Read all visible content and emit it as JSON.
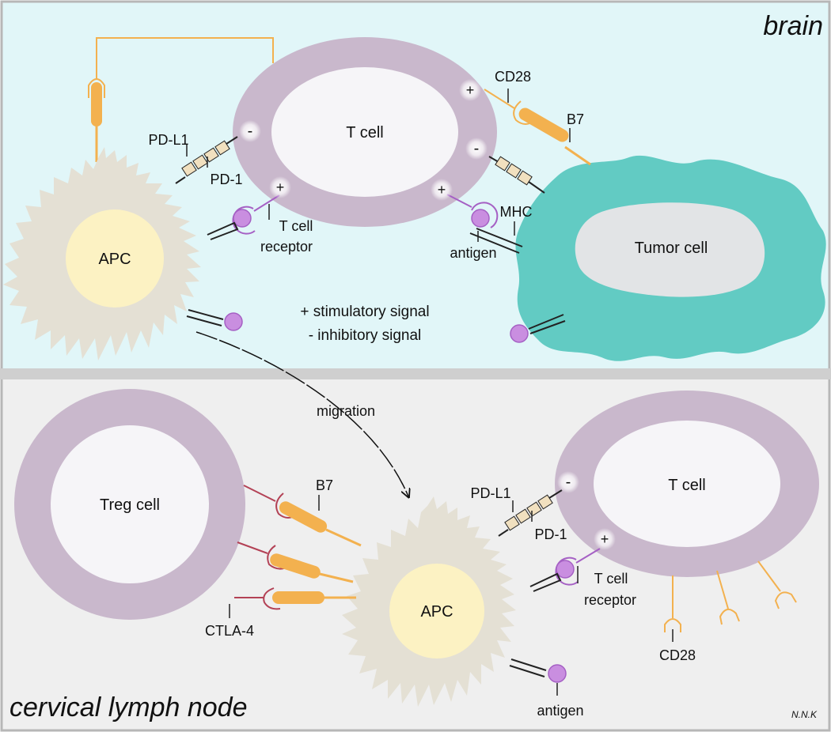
{
  "regions": {
    "brain": "brain",
    "lymph_node": "cervical lymph node"
  },
  "brain_panel": {
    "t_cell": "T cell",
    "apc": "APC",
    "tumor_cell": "Tumor cell",
    "pd_l1": "PD-L1",
    "pd_1": "PD-1",
    "cd28": "CD28",
    "b7": "B7",
    "mhc": "MHC",
    "antigen": "antigen",
    "tcr_line1": "T cell",
    "tcr_line2": "receptor"
  },
  "legend": {
    "stimulatory": "+ stimulatory signal",
    "inhibitory": "- inhibitory signal"
  },
  "migration": "migration",
  "lymph_panel": {
    "treg_cell": "Treg cell",
    "apc": "APC",
    "t_cell": "T cell",
    "b7": "B7",
    "ctla4": "CTLA-4",
    "pd_l1": "PD-L1",
    "pd_1": "PD-1",
    "tcr_line1": "T cell",
    "tcr_line2": "receptor",
    "cd28": "CD28",
    "antigen": "antigen"
  },
  "signs": {
    "plus": "+",
    "minus": "-"
  },
  "signature": "N.N.K",
  "colors": {
    "brain_bg": "#e1f6f8",
    "lymph_bg": "#efefef",
    "t_cell_ring": "#c9b8cc",
    "apc_body": "#e4e0d4",
    "apc_nucleus": "#fcf2c3",
    "tumor_body": "#62cbc3",
    "tumor_nucleus": "#e2e4e6",
    "costim_orange": "#f3b14f",
    "tcr_purple": "#c98ee0",
    "ctla4_red": "#b34155"
  }
}
